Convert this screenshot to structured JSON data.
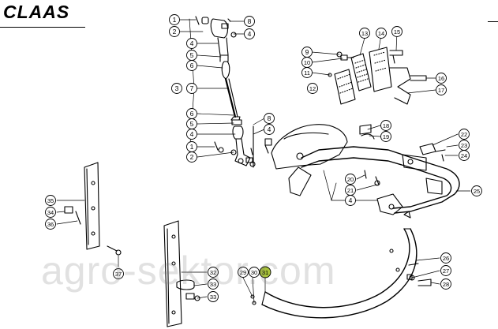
{
  "brand": "CLAAS",
  "watermark": "agro-sektor.com",
  "colors": {
    "line": "#000000",
    "highlight": "#a8c23a",
    "watermark": "#b0b0b0"
  },
  "callouts": {
    "c1a": "1",
    "c2a": "2",
    "c8a": "8",
    "c4a": "4",
    "c4b": "4",
    "c5a": "5",
    "c6a": "6",
    "c3": "3",
    "c7": "7",
    "c6b": "6",
    "c5b": "5",
    "c4c": "4",
    "c8b": "8",
    "c1b": "1",
    "c2b": "2",
    "c9": "9",
    "c10": "10",
    "c11": "11",
    "c12": "12",
    "c13": "13",
    "c14": "14",
    "c15": "15",
    "c16": "16",
    "c17": "17",
    "c18": "18",
    "c19": "19",
    "c20": "20",
    "c21": "21",
    "c22": "22",
    "c23": "23",
    "c24": "24",
    "c25": "25",
    "c4d": "4",
    "c35": "35",
    "c34": "34",
    "c36": "36",
    "c37": "37",
    "c32": "32",
    "c33": "33",
    "c29": "29",
    "c30": "30",
    "c31": "31",
    "c26": "26",
    "c27": "27",
    "c28": "28"
  }
}
